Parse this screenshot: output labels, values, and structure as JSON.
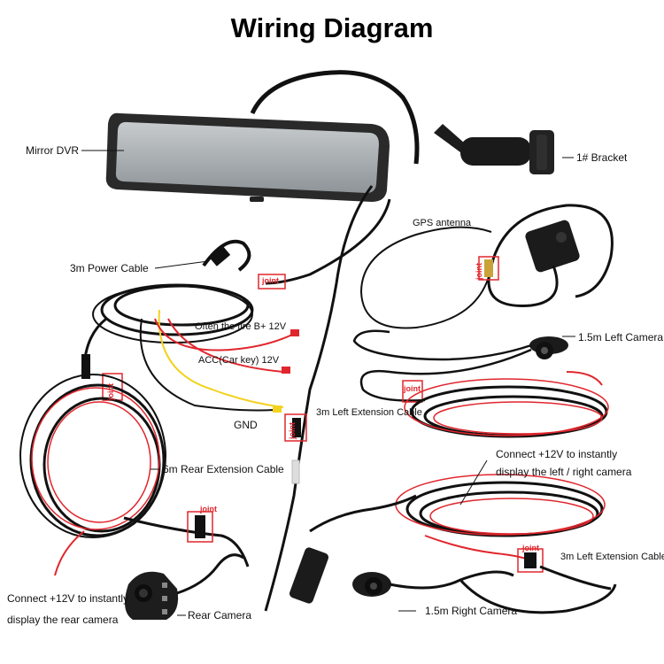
{
  "title": "Wiring Diagram",
  "labels": {
    "mirror_dvr": "Mirror DVR",
    "bracket": "1# Bracket",
    "gps_antenna": "GPS antenna",
    "power_cable": "3m Power Cable",
    "fire_b": "Often the fire B+ 12V",
    "acc": "ACC(Car key) 12V",
    "gnd": "GND",
    "left_camera": "1.5m Left Camera",
    "left_ext_1": "3m Left Extension Cable",
    "connect_left_right_1": "Connect +12V to instantly",
    "connect_left_right_2": "display the left / right camera",
    "rear_ext": "6m Rear Extension Cable",
    "left_ext_2": "3m Left Extension Cable",
    "connect_rear_1": "Connect +12V to instantly",
    "connect_rear_2": "display the rear camera",
    "rear_camera": "Rear Camera",
    "right_camera": "1.5m Right Camera",
    "joint": "joint"
  },
  "colors": {
    "cable": "#111111",
    "red_wire": "#e0262d",
    "yellow_wire": "#f2d21e",
    "mirror_body": "#2a2a2a",
    "mirror_glass": "#9ea4a8",
    "joint_box": "#e0262d"
  }
}
